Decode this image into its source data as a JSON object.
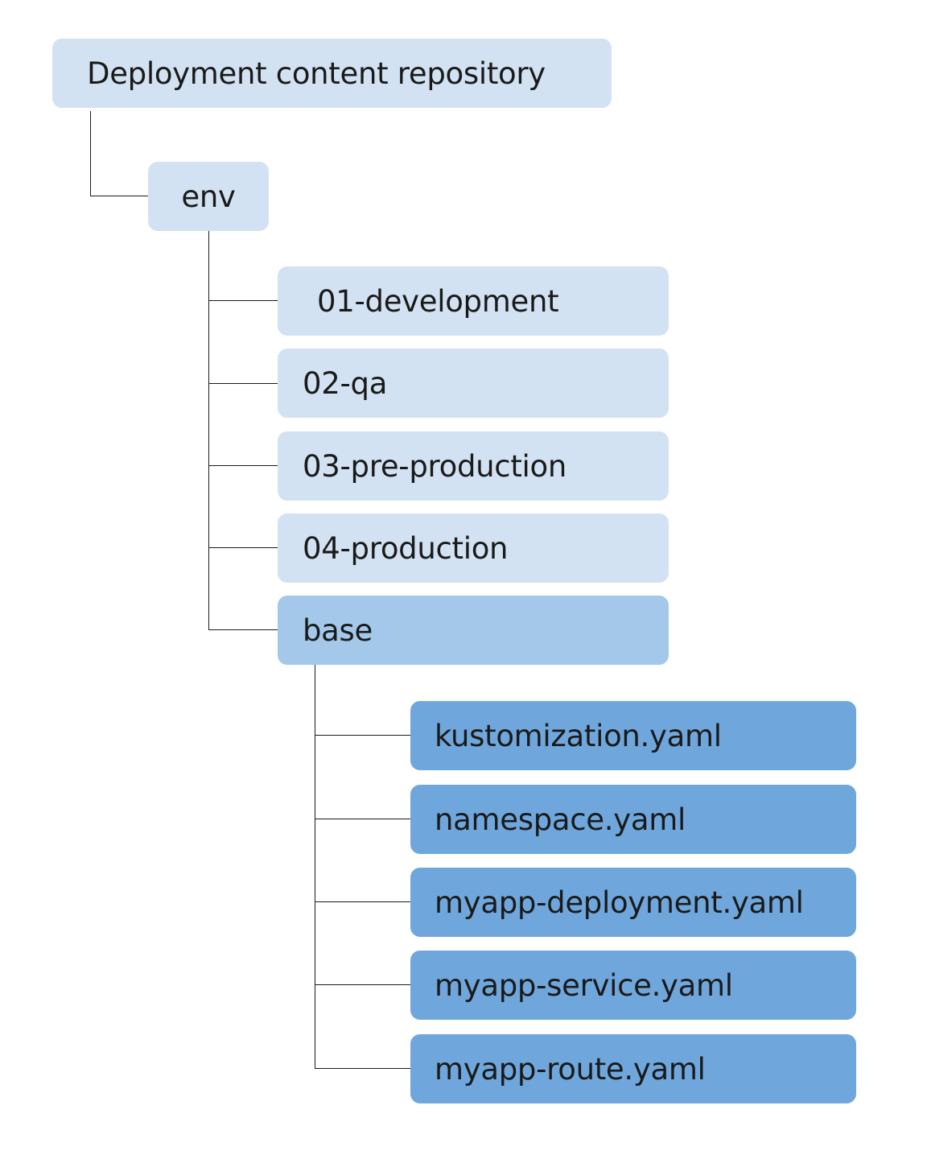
{
  "root": {
    "label": "Deployment content repository"
  },
  "env": {
    "label": "env"
  },
  "environments": [
    {
      "label": "01-development"
    },
    {
      "label": "02-qa"
    },
    {
      "label": "03-pre-production"
    },
    {
      "label": "04-production"
    }
  ],
  "base": {
    "label": "base"
  },
  "base_files": [
    {
      "label": "kustomization.yaml"
    },
    {
      "label": "namespace.yaml"
    },
    {
      "label": "myapp-deployment.yaml"
    },
    {
      "label": "myapp-service.yaml"
    },
    {
      "label": "myapp-route.yaml"
    }
  ],
  "colors": {
    "level_1": "#d2e2f2",
    "level_2": "#a3c8ea",
    "level_3": "#6fa7dc",
    "connector": "#1a1a1a"
  }
}
